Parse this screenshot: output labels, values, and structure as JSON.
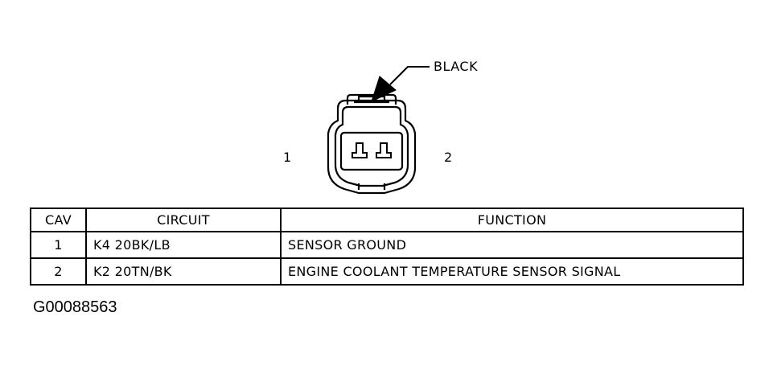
{
  "connector": {
    "color_label": "BLACK",
    "cavity_labels": [
      "1",
      "2"
    ]
  },
  "table": {
    "headers": {
      "cav": "CAV",
      "circuit": "CIRCUIT",
      "function": "FUNCTION"
    },
    "rows": [
      {
        "cav": "1",
        "circuit": "K4 20BK/LB",
        "function": "SENSOR GROUND"
      },
      {
        "cav": "2",
        "circuit": "K2 20TN/BK",
        "function": "ENGINE COOLANT TEMPERATURE SENSOR SIGNAL"
      }
    ]
  },
  "figure_id": "G00088563"
}
